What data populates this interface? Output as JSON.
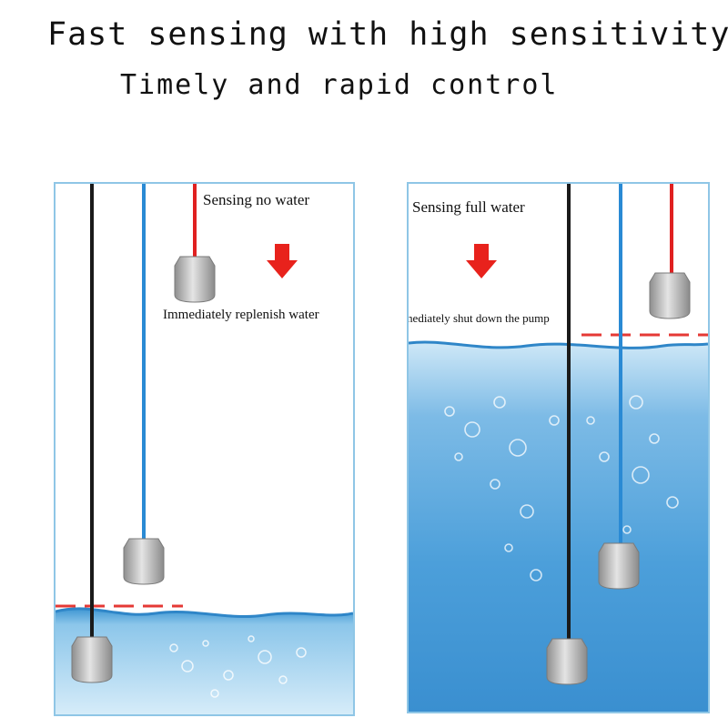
{
  "heading": {
    "line1": "Fast sensing with high sensitivity",
    "line2": "Timely and rapid control"
  },
  "left_panel": {
    "status_text": "Sensing no water",
    "action_text": "Immediately replenish water"
  },
  "right_panel": {
    "status_text": "Sensing full water",
    "action_text": "Immediately shut down the pump"
  },
  "colors": {
    "frame": "#8fc6e6",
    "water_light": "#cfe8f7",
    "water_deep": "#5aa9dc",
    "level_line": "#e53935",
    "arrow": "#e8221c",
    "wire_black": "#1a1a1a",
    "wire_blue": "#2a8ad4",
    "wire_red": "#e02020",
    "float": "#b9b9b9"
  },
  "icons": {
    "arrow": "down-arrow-icon",
    "sensor": "float-sensor-icon"
  }
}
